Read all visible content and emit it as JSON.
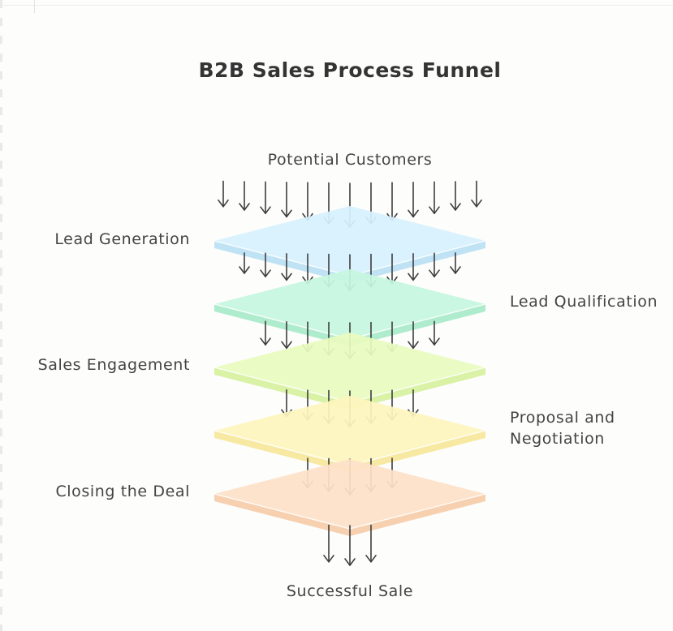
{
  "title": "B2B Sales Process Funnel",
  "top_label": "Potential Customers",
  "bottom_label": "Successful Sale",
  "layers": [
    {
      "label": "Lead Generation",
      "side": "left",
      "color": "#d6f1fd",
      "shade": "#bfe3f4"
    },
    {
      "label": "Lead Qualification",
      "side": "right",
      "color": "#c6f6df",
      "shade": "#aeeccd"
    },
    {
      "label": "Sales Engagement",
      "side": "left",
      "color": "#e9fbbf",
      "shade": "#d9f2a5"
    },
    {
      "label": "Proposal and Negotiation",
      "label_lines": [
        "Proposal and",
        "Negotiation"
      ],
      "side": "right",
      "color": "#fef5bd",
      "shade": "#f7e9a2"
    },
    {
      "label": "Closing the Deal",
      "side": "left",
      "color": "#fde1c8",
      "shade": "#f7d0b0"
    }
  ],
  "arrow_counts": [
    13,
    11,
    9,
    7,
    5,
    3
  ]
}
